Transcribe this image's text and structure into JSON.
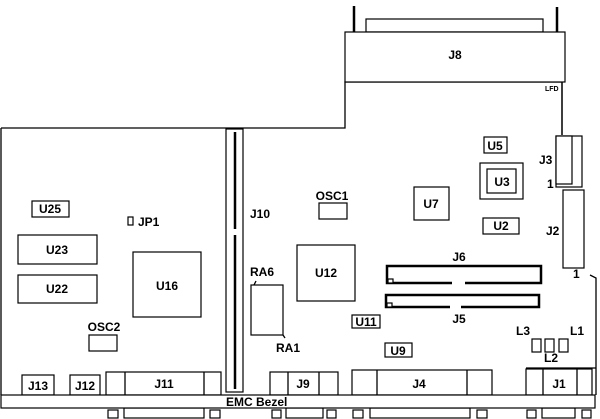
{
  "title": "System Board Component Layout",
  "components": {
    "J8": "J8",
    "LFD": "LFD",
    "U5": "U5",
    "J3": "J3",
    "J3_pin": "1",
    "U3": "U3",
    "U7": "U7",
    "OSC1": "OSC1",
    "U25": "U25",
    "JP1": "JP1",
    "J10": "J10",
    "U2": "U2",
    "J2": "J2",
    "J2_pin": "1",
    "U23": "U23",
    "U12": "U12",
    "J6": "J6",
    "RA6": "RA6",
    "U22": "U22",
    "U16": "U16",
    "J5": "J5",
    "U11": "U11",
    "OSC2": "OSC2",
    "RA1": "RA1",
    "L3": "L3",
    "L1": "L1",
    "L2": "L2",
    "U9": "U9",
    "J13": "J13",
    "J12": "J12",
    "J11": "J11",
    "J9": "J9",
    "J4": "J4",
    "J1": "J1",
    "bezel": "EMC Bezel"
  }
}
